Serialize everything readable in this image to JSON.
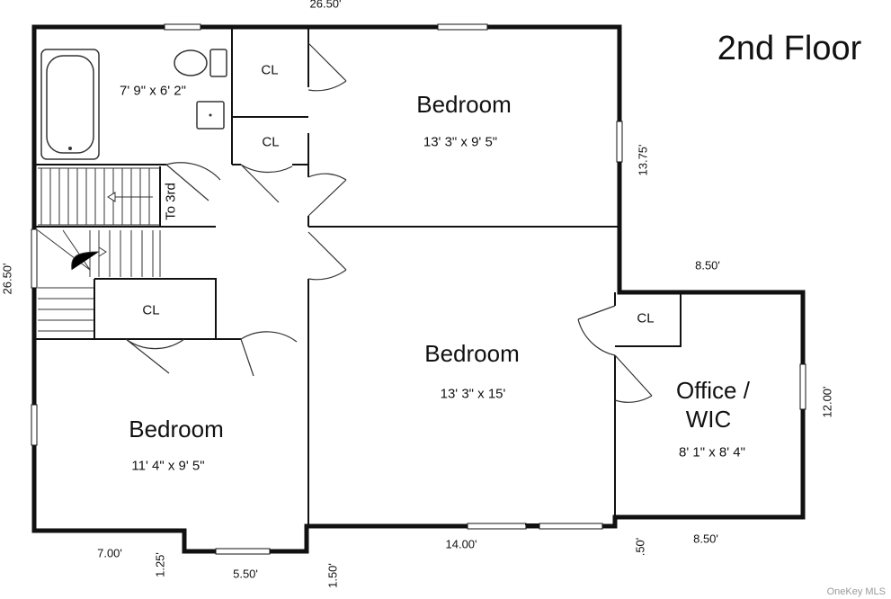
{
  "title": "2nd Floor",
  "rooms": {
    "bath_dim": "7' 9\" x 6' 2\"",
    "bedroom_top": {
      "name": "Bedroom",
      "dim": "13' 3\" x 9' 5\""
    },
    "bedroom_middle": {
      "name": "Bedroom",
      "dim": "13' 3\" x 15'"
    },
    "bedroom_left": {
      "name": "Bedroom",
      "dim": "11' 4\" x 9' 5\""
    },
    "office": {
      "name_line1": "Office /",
      "name_line2": "WIC",
      "dim": "8' 1\" x 8' 4\""
    }
  },
  "closets": {
    "label": "CL"
  },
  "stairs": {
    "label": "To 3rd"
  },
  "dimensions": {
    "top": "26.50'",
    "left": "26.50'",
    "right_upper": "13.75'",
    "office_top": "8.50'",
    "office_right": "12.00'",
    "office_bottom": "8.50'",
    "office_notch": ".50'",
    "bottom_middle": "14.00'",
    "bottom_left": "7.00'",
    "notch_left": "1.25'",
    "notch_width": "5.50'",
    "notch_right": "1.50'"
  },
  "watermark": "OneKey MLS"
}
